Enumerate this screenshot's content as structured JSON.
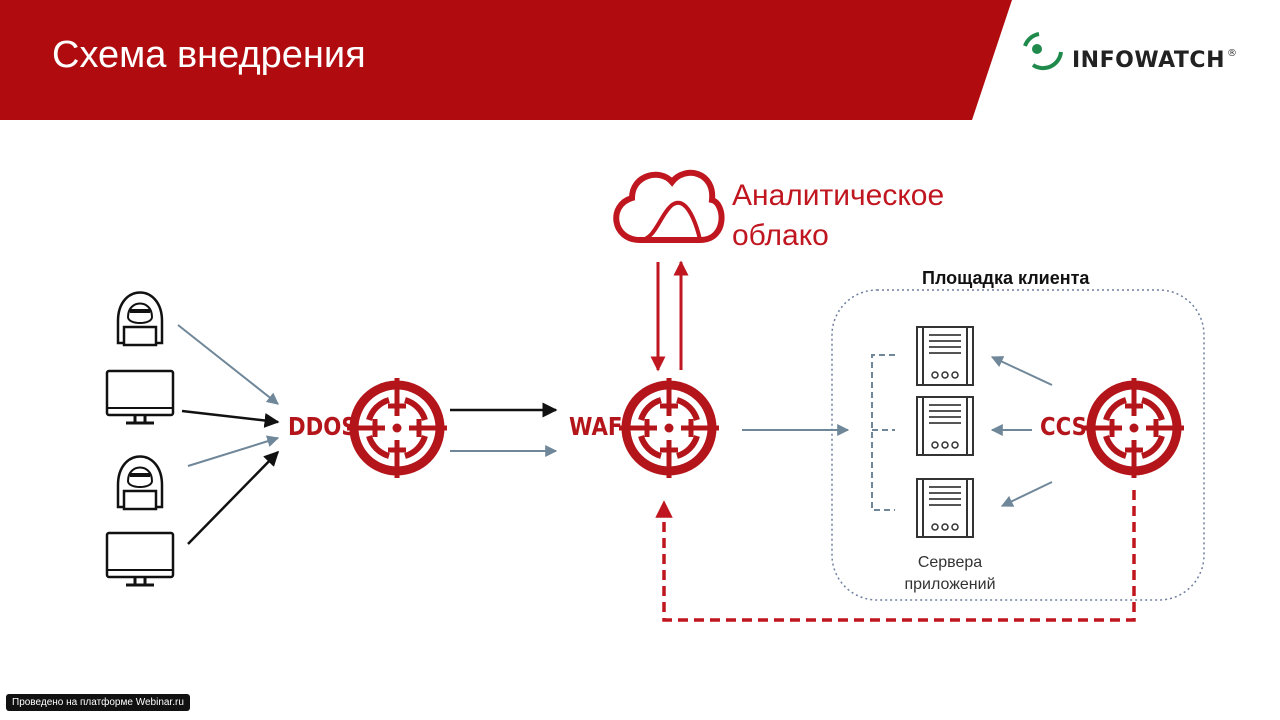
{
  "header": {
    "title": "Схема внедрения",
    "logo_text": "INFOWATCH",
    "logo_mark": "®"
  },
  "cloud": {
    "label_line1": "Аналитическое",
    "label_line2": "облако"
  },
  "client_site": {
    "title": "Площадка клиента",
    "servers_line1": "Сервера",
    "servers_line2": "приложений"
  },
  "nodes": {
    "ddos": "DDOS",
    "waf": "WAF",
    "ccs": "CCS"
  },
  "footer": {
    "badge": "Проведено на платформе Webinar.ru"
  },
  "colors": {
    "brand_red": "#b3151b",
    "arrow_gray": "#6f8799",
    "logo_green": "#1f8a4c"
  }
}
